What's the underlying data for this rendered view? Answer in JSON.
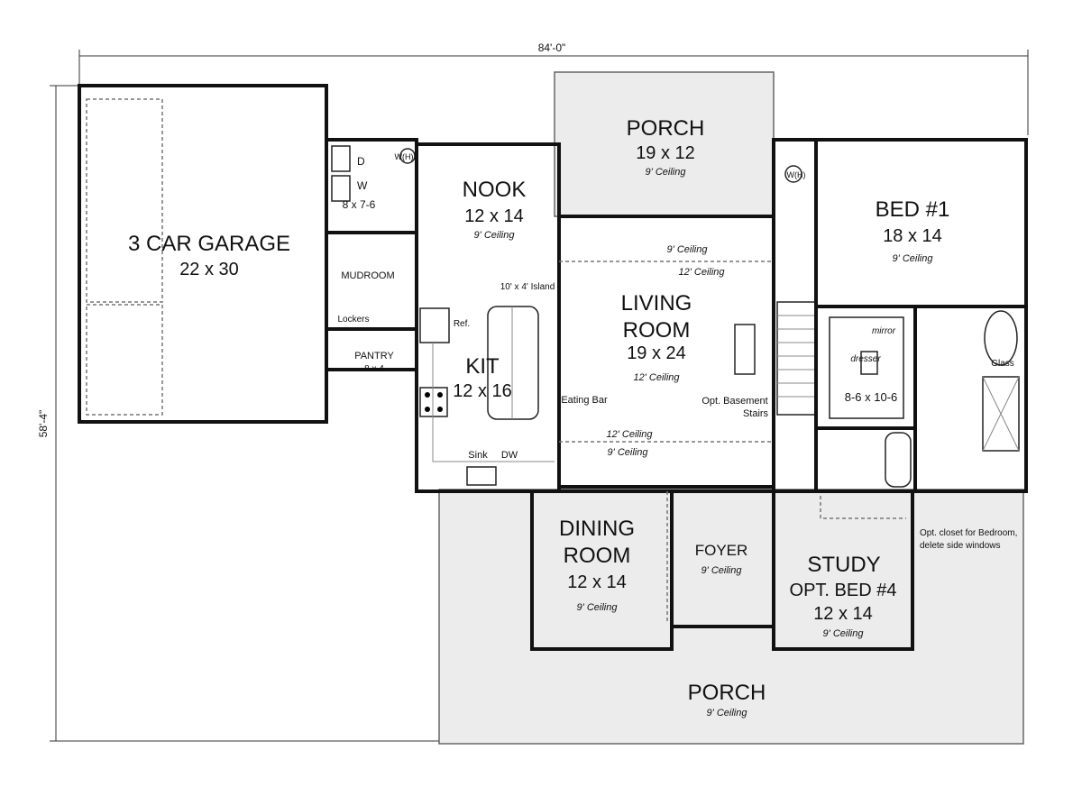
{
  "dimensions": {
    "width": "84'-0\"",
    "depth": "58'-4\""
  },
  "rooms": {
    "garage": {
      "name": "3 CAR GARAGE",
      "size": "22 x 30"
    },
    "porch_rear": {
      "name": "PORCH",
      "size": "19 x 12",
      "ceiling": "9' Ceiling"
    },
    "nook": {
      "name": "NOOK",
      "size": "12 x 14",
      "ceiling": "9' Ceiling"
    },
    "laundry": {
      "dryer": "D",
      "washer": "W",
      "size": "8 x 7-6",
      "water_heater": "W(H)"
    },
    "mudroom": {
      "name": "MUDROOM",
      "lockers": "Lockers"
    },
    "pantry": {
      "name": "PANTRY",
      "size": "8 x 4"
    },
    "kitchen": {
      "name": "KIT",
      "size": "12 x 16",
      "island": "10' x 4' Island",
      "ref": "Ref.",
      "eating_bar": "Eating Bar",
      "sink": "Sink",
      "dw": "DW"
    },
    "living": {
      "name_line1": "LIVING",
      "name_line2": "ROOM",
      "size": "19 x 24",
      "ceiling": "12' Ceiling",
      "ceil_top_a": "9' Ceiling",
      "ceil_top_b": "12' Ceiling",
      "ceil_bot_a": "12' Ceiling",
      "ceil_bot_b": "9' Ceiling",
      "stairs_line1": "Opt. Basement",
      "stairs_line2": "Stairs"
    },
    "bed1": {
      "name": "BED #1",
      "size": "18 x 14",
      "ceiling": "9' Ceiling",
      "water_heater": "W(H)"
    },
    "closet": {
      "mirror": "mirror",
      "dresser": "dresser",
      "size": "8-6 x 10-6",
      "glass": "Glass"
    },
    "note": {
      "line1": "Opt. closet for Bedroom,",
      "line2": "delete side windows"
    },
    "dining": {
      "name_line1": "DINING",
      "name_line2": "ROOM",
      "size": "12 x 14",
      "ceiling": "9' Ceiling"
    },
    "foyer": {
      "name": "FOYER",
      "ceiling": "9' Ceiling"
    },
    "study": {
      "name": "STUDY",
      "alt": "OPT. BED #4",
      "size": "12 x 14",
      "ceiling": "9' Ceiling"
    },
    "porch_front": {
      "name": "PORCH",
      "ceiling": "9' Ceiling"
    }
  }
}
